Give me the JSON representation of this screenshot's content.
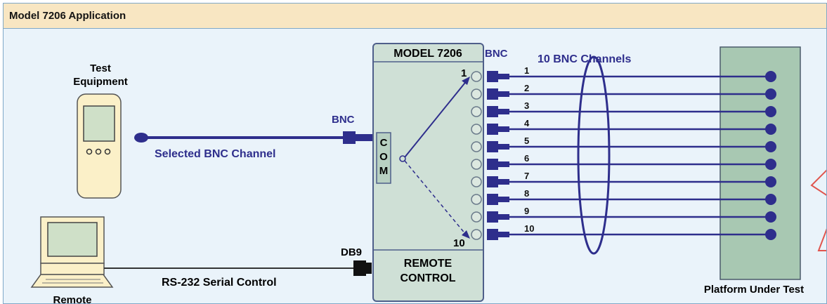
{
  "title": "Model 7206 Application",
  "labels": {
    "test_equipment_line1": "Test",
    "test_equipment_line2": "Equipment",
    "bnc_left": "BNC",
    "selected_channel": "Selected BNC Channel",
    "db9": "DB9",
    "serial_control": "RS-232 Serial Control",
    "remote": "Remote",
    "model": "MODEL 7206",
    "bnc_header": "BNC",
    "bnc_channels": "10 BNC Channels",
    "com_c": "C",
    "com_o": "O",
    "com_m": "M",
    "port_first": "1",
    "port_last": "10",
    "remote_control_line1": "REMOTE",
    "remote_control_line2": "CONTROL",
    "platform": "Platform Under Test"
  },
  "channels": [
    "1",
    "2",
    "3",
    "4",
    "5",
    "6",
    "7",
    "8",
    "9",
    "10"
  ],
  "colors": {
    "line": "#2e2e8c",
    "box_fill": "#cfe0d6",
    "box_stroke": "#4f5f8a",
    "platform_fill": "#a8c8b2",
    "annotation": "#e0554e"
  }
}
